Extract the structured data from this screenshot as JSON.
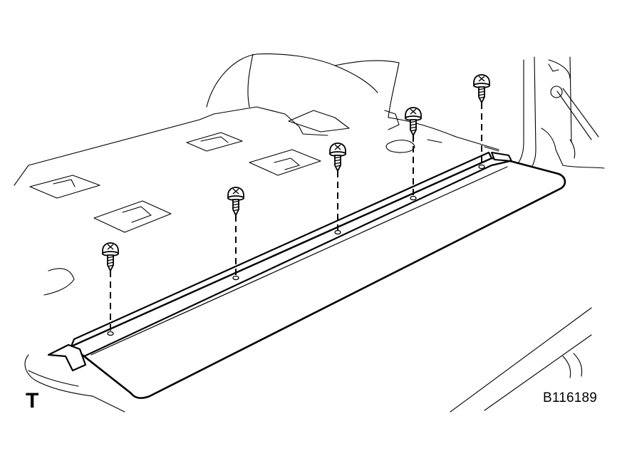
{
  "figure": {
    "corner_label": "T",
    "figure_code": "B116189",
    "line_color": "#000000",
    "background_color": "#ffffff"
  },
  "screws": {
    "count": 5,
    "icon": "screw-icon"
  }
}
